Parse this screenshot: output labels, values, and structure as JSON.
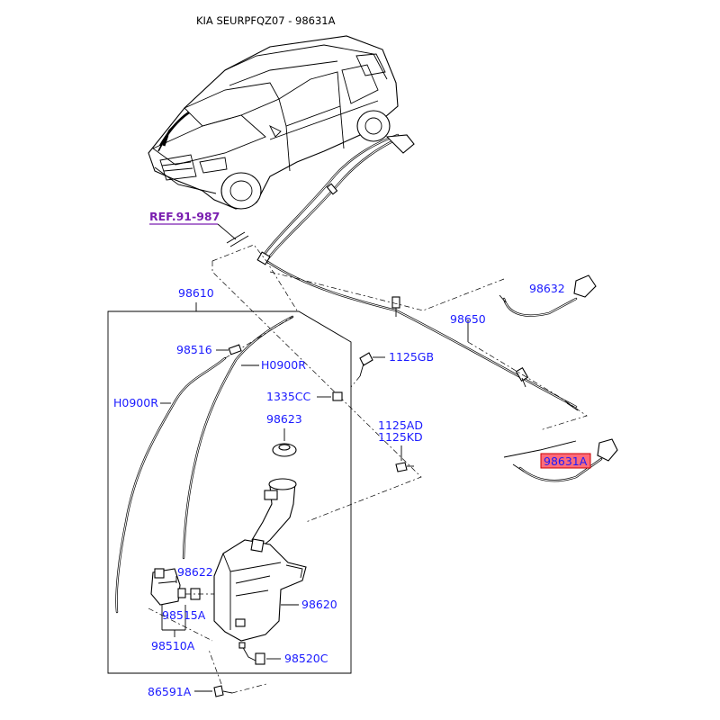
{
  "title": "KIA SEURPFQZ07 - 98631A",
  "reference": "REF.91-987",
  "colors": {
    "label": "#1a1aff",
    "reference": "#7a1fb0",
    "highlight_fill": "#ff6b7a",
    "highlight_border": "#c80000"
  },
  "labels": {
    "p98610": "98610",
    "p98516": "98516",
    "h0900r_right": "H0900R",
    "h0900r_left": "H0900R",
    "p1125gb": "1125GB",
    "p1335cc": "1335CC",
    "p98623": "98623",
    "p1125ad": "1125AD",
    "p1125kd": "1125KD",
    "p98632": "98632",
    "p98650": "98650",
    "p98631a": "98631A",
    "p98622": "98622",
    "p98620": "98620",
    "p98515a": "98515A",
    "p98510a": "98510A",
    "p98520c": "98520C",
    "p86591a": "86591A"
  },
  "highlighted_part": "98631A"
}
